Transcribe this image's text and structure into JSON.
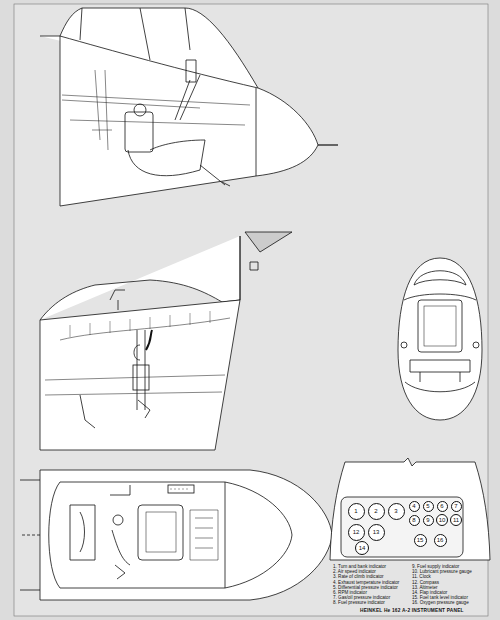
{
  "diagram": {
    "title": "HEINKEL He 162 A-2  INSTRUMENT PANEL",
    "nodes": [
      {
        "text": [
          "1"
        ]
      },
      {
        "text": [
          "2"
        ]
      },
      {
        "text": [
          "3"
        ]
      },
      {
        "text": [
          "4"
        ]
      },
      {
        "text": [
          "5"
        ]
      },
      {
        "text": [
          "6"
        ]
      },
      {
        "text": [
          "7"
        ]
      },
      {
        "text": [
          "8"
        ]
      },
      {
        "text": [
          "9"
        ]
      },
      {
        "text": [
          "10"
        ]
      },
      {
        "text": [
          "11"
        ]
      },
      {
        "text": [
          "12"
        ]
      },
      {
        "text": [
          "13"
        ]
      },
      {
        "text": [
          "14"
        ]
      },
      {
        "text": [
          "15"
        ]
      },
      {
        "text": [
          "16"
        ]
      }
    ],
    "edges": [],
    "labels": [
      "1. Turn and bank indicator",
      "2. Air speed indicator",
      "3. Rate of climb indicator",
      "4. Exhaust temperature indicator",
      "5. Differential pressure indicator",
      "6. RPM indicator",
      "7. Gas/oil pressure indicator",
      "8. Fuel pressure indicator",
      "9. Fuel supply indicator",
      "10. Lubricant pressure gauge",
      "11. Clock",
      "12. Compass",
      "13. Altimeter",
      "14. Flap indicator",
      "15. Fuel tank level indicator",
      "16. Oxygen pressure gauge"
    ]
  }
}
